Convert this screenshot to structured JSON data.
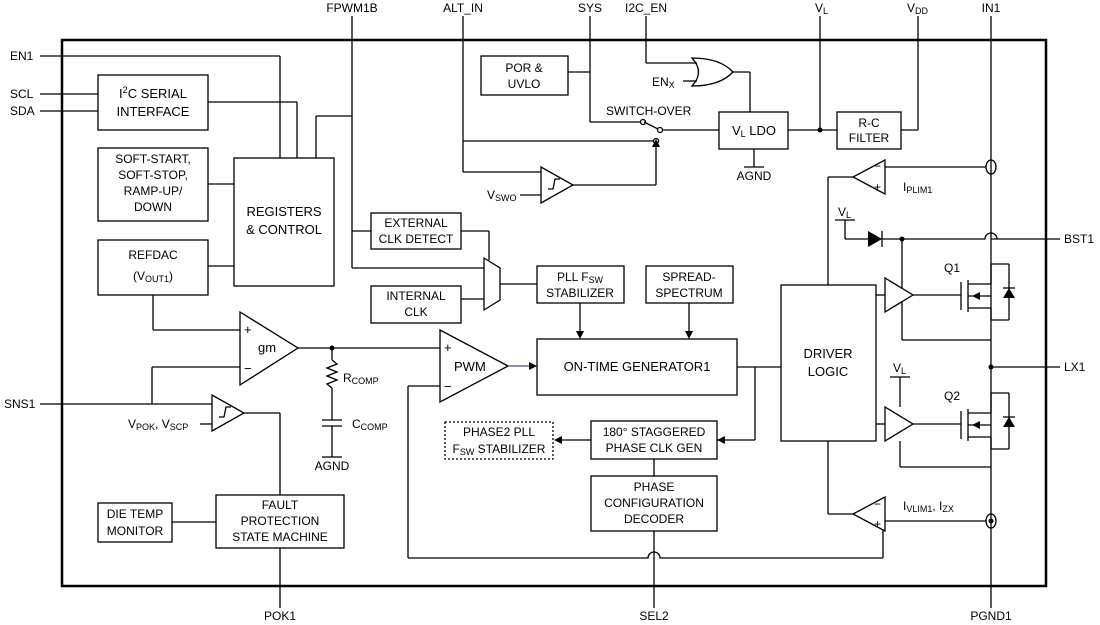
{
  "pins": {
    "fpwm1b": "FPWM1B",
    "alt_in": "ALT_IN",
    "sys": "SYS",
    "i2c_en": "I2C_EN",
    "vl": "V",
    "vl_sub": "L",
    "vdd": "V",
    "vdd_sub": "DD",
    "in1": "IN1",
    "en1": "EN1",
    "scl": "SCL",
    "sda": "SDA",
    "sns1": "SNS1",
    "bst1": "BST1",
    "lx1": "LX1",
    "pok1": "POK1",
    "sel2": "SEL2",
    "pgnd1": "PGND1"
  },
  "blocks": {
    "i2c_serial_l1_pre": "I",
    "i2c_serial_l1_sup": "2",
    "i2c_serial_l1_post": "C SERIAL",
    "i2c_serial_l2": "INTERFACE",
    "softstart_l1": "SOFT-START,",
    "softstart_l2": "SOFT-STOP,",
    "softstart_l3": "RAMP-UP/",
    "softstart_l4": "DOWN",
    "refdac_l1": "REFDAC",
    "refdac_l2_pre": "(V",
    "refdac_l2_sub": "OUT1",
    "refdac_l2_post": ")",
    "registers_l1": "REGISTERS",
    "registers_l2": "& CONTROL",
    "por_l1": "POR &",
    "por_l2": "UVLO",
    "vl_ldo_main": "V",
    "vl_ldo_sub": "L",
    "vl_ldo_post": " LDO",
    "rc_filter_l1": "R-C",
    "rc_filter_l2": "FILTER",
    "ext_clk_l1": "EXTERNAL",
    "ext_clk_l2": "CLK DETECT",
    "int_clk_l1": "INTERNAL",
    "int_clk_l2": "CLK",
    "pll_l1_pre": "PLL F",
    "pll_l1_sub": "SW",
    "pll_l2": "STABILIZER",
    "spread_l1": "SPREAD-",
    "spread_l2": "SPECTRUM",
    "on_time": "ON-TIME GENERATOR1",
    "driver_l1": "DRIVER",
    "driver_l2": "LOGIC",
    "phase2_l1": "PHASE2 PLL",
    "phase2_l2_pre": "F",
    "phase2_l2_sub": "SW",
    "phase2_l2_post": " STABILIZER",
    "stag_l1": "180° STAGGERED",
    "stag_l2": "PHASE CLK GEN",
    "phasecfg_l1": "PHASE",
    "phasecfg_l2": "CONFIGURATION",
    "phasecfg_l3": "DECODER",
    "dietemp_l1": "DIE TEMP",
    "dietemp_l2": "MONITOR",
    "fault_l1": "FAULT",
    "fault_l2": "PROTECTION",
    "fault_l3": "STATE MACHINE"
  },
  "labels": {
    "switch_over": "SWITCH-OVER",
    "enx_main": "EN",
    "enx_sub": "X",
    "vswo_main": "V",
    "vswo_sub": "SWO",
    "agnd_top": "AGND",
    "agnd_bottom": "AGND",
    "gm": "gm",
    "pwm": "PWM",
    "rcomp_main": "R",
    "rcomp_sub": "COMP",
    "ccomp_main": "C",
    "ccomp_sub": "COMP",
    "vpok_main": "V",
    "vpok_sub": "POK",
    "vscp_sep": ", V",
    "vscp_sub": "SCP",
    "iplim_main": "I",
    "iplim_sub": "PLIM1",
    "ivlim_main": "I",
    "ivlim_sub": "VLIM1",
    "izx_sep": ", I",
    "izx_sub": "ZX",
    "vl_bst_main": "V",
    "vl_bst_sub": "L",
    "vl_drv_main": "V",
    "vl_drv_sub": "L",
    "q1": "Q1",
    "q2": "Q2",
    "plus": "+",
    "minus": "−"
  }
}
